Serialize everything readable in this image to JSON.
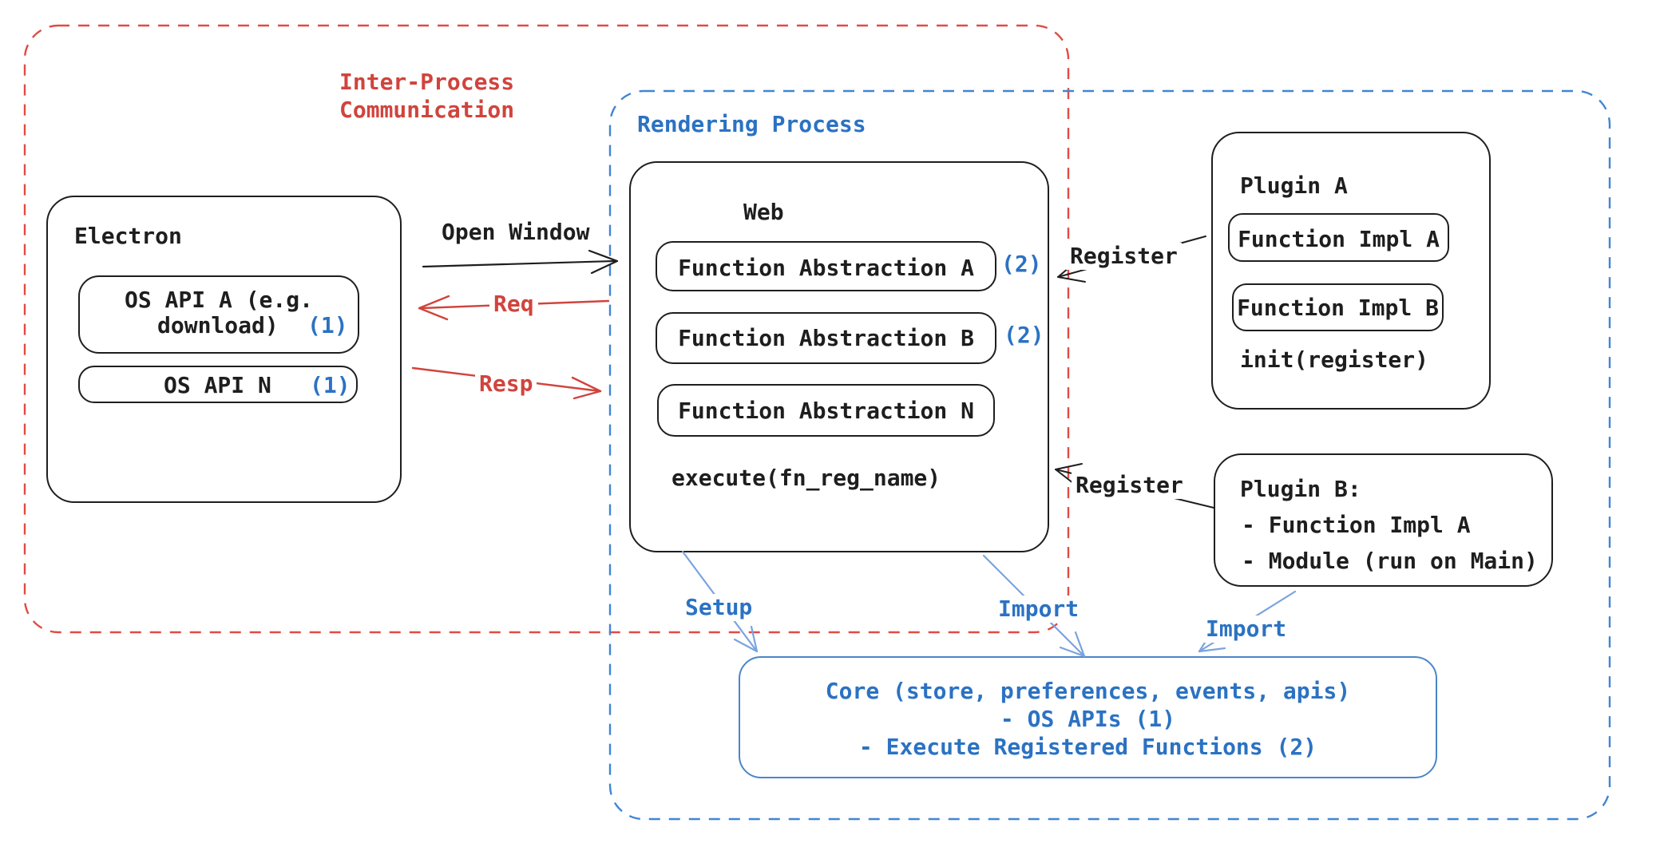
{
  "colors": {
    "ink": "#1e1e1e",
    "red": "#d0443d",
    "red_dash": "#e04b45",
    "blue_text": "#2b72c3",
    "blue_dash": "#4285d2",
    "blue_box_border": "#4a86c8",
    "blue_arrow": "#7aa3de",
    "background": "#ffffff"
  },
  "diagram": {
    "ipc_region": {
      "title_line1": "Inter-Process",
      "title_line2": "Communication"
    },
    "rendering_region": {
      "title": "Rendering Process"
    },
    "electron": {
      "title": "Electron",
      "os_api_a_line1": "OS API A (e.g.",
      "os_api_a_line2": "download)",
      "os_api_a_ref": "(1)",
      "os_api_n": "OS API N",
      "os_api_n_ref": "(1)"
    },
    "web": {
      "title": "Web",
      "fn_abstraction_a": "Function Abstraction A",
      "fn_abstraction_a_ref": "(2)",
      "fn_abstraction_b": "Function Abstraction B",
      "fn_abstraction_b_ref": "(2)",
      "fn_abstraction_n": "Function Abstraction N",
      "execute_call": "execute(fn_reg_name)"
    },
    "plugin_a": {
      "title": "Plugin A",
      "fn_impl_a": "Function Impl A",
      "fn_impl_b": "Function Impl B",
      "init_call": "init(register)"
    },
    "plugin_b": {
      "title": "Plugin B:",
      "item_1": "- Function Impl A",
      "item_2": "- Module (run on Main)"
    },
    "core": {
      "line1": "Core (store, preferences, events, apis)",
      "line2": "- OS APIs (1)",
      "line3": "- Execute Registered Functions (2)"
    },
    "arrows": {
      "open_window": "Open Window",
      "req": "Req",
      "resp": "Resp",
      "register_top": "Register",
      "register_bottom": "Register",
      "setup": "Setup",
      "import_mid": "Import",
      "import_right": "Import"
    }
  }
}
